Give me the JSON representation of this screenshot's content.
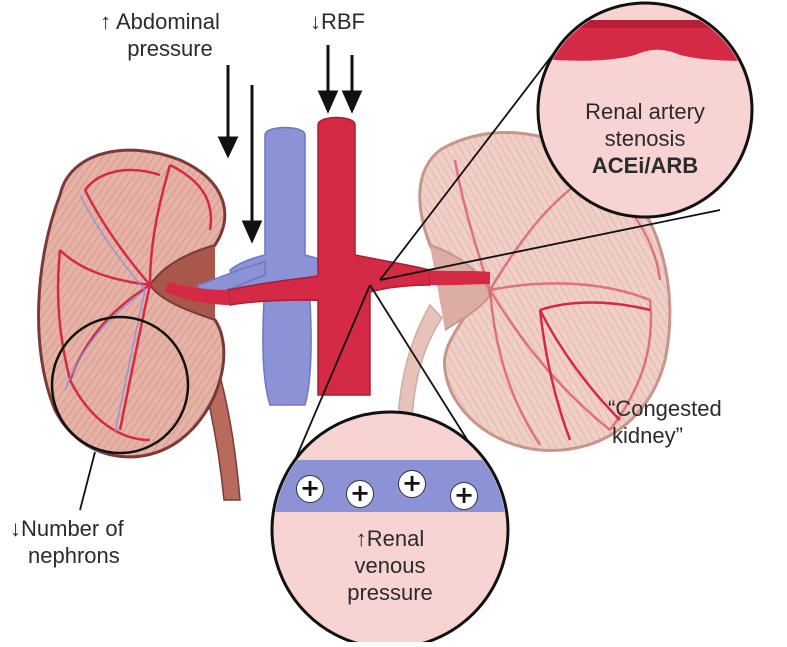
{
  "labels": {
    "abdominal": {
      "line1": "↑ Abdominal",
      "line2": "pressure"
    },
    "rbf": "↓RBF",
    "stenosis": {
      "line1": "Renal artery",
      "line2": "stenosis",
      "line3": "ACEi/ARB"
    },
    "congested": {
      "line1": "“Congested",
      "line2": "kidney”"
    },
    "nephrons": {
      "line1": "↓Number of",
      "line2": "nephrons"
    },
    "venous": {
      "line1": "↑Renal",
      "line2": "venous",
      "line3": "pressure"
    },
    "plus_symbol": "+"
  },
  "colors": {
    "vein_blue": "#8b93d6",
    "artery_red": "#d42a45",
    "kidney_tissue": "#e9b9ad",
    "kidney_outline": "#7b3a3a",
    "medulla_brown": "#a8574a",
    "lens_fill": "#f7d3d1"
  },
  "icons": [
    "down-arrow-icon",
    "plus-icon",
    "magnifier-lens-icon"
  ]
}
